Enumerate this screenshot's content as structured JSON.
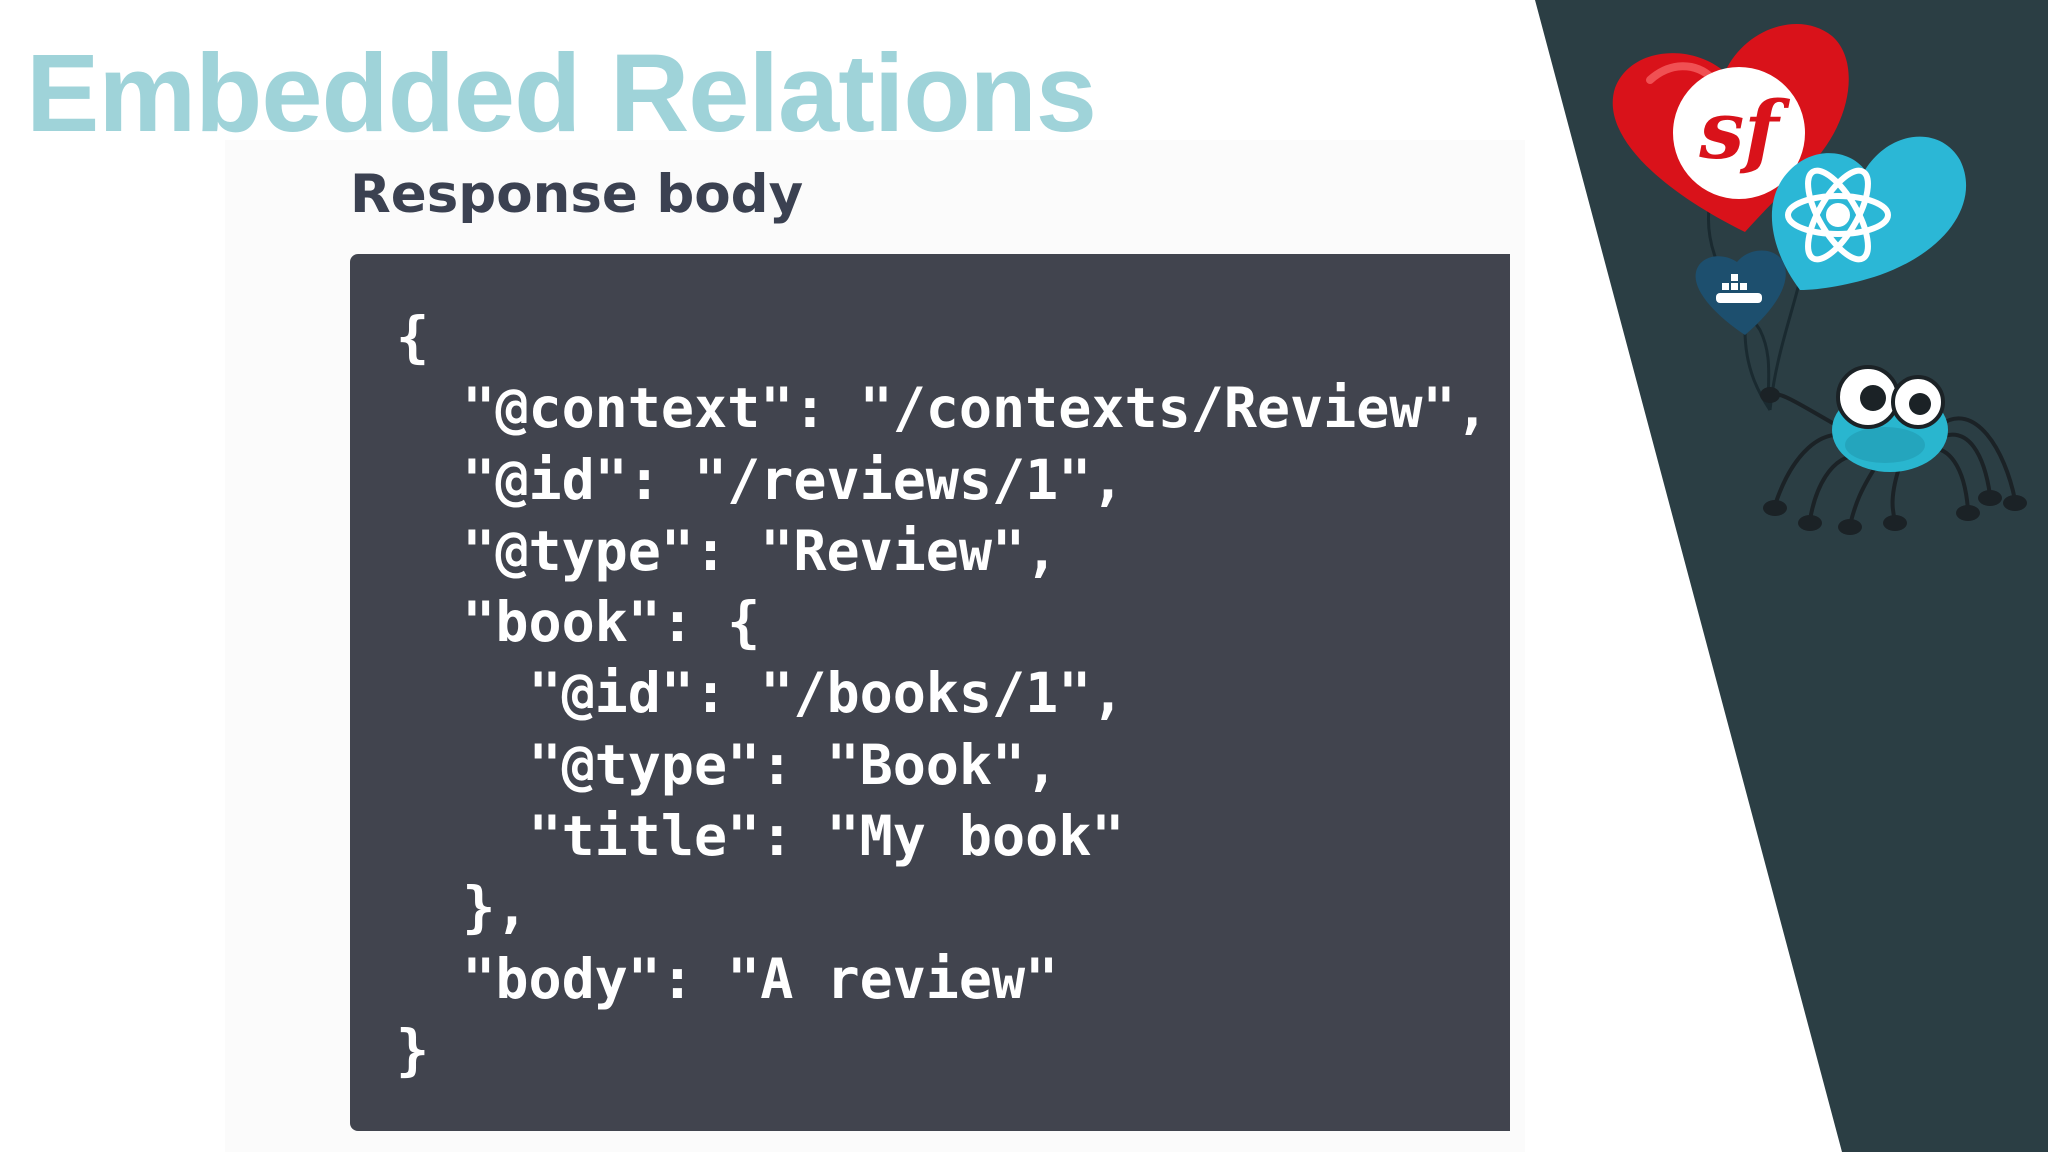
{
  "slide": {
    "title": "Embedded Relations",
    "section_heading": "Response body"
  },
  "code": {
    "language": "json",
    "lines": [
      "{",
      "  \"@context\": \"/contexts/Review\",",
      "  \"@id\": \"/reviews/1\",",
      "  \"@type\": \"Review\",",
      "  \"book\": {",
      "    \"@id\": \"/books/1\",",
      "    \"@type\": \"Book\",",
      "    \"title\": \"My book\"",
      "  },",
      "  \"body\": \"A review\"",
      "}"
    ]
  },
  "decor": {
    "logo_sf_text": "sf",
    "icons": [
      "symfony-heart-balloon-icon",
      "react-heart-balloon-icon",
      "docker-heart-balloon-icon",
      "spider-mascot-icon"
    ]
  },
  "colors": {
    "title": "#9fd3d9",
    "heading": "#3b4151",
    "code_background": "#41444e",
    "code_text": "#ffffff",
    "side_panel": "#2b3e44",
    "symfony_red": "#d9121a",
    "react_cyan": "#2bb7d6",
    "docker_navy": "#1d4f6e",
    "spider_cyan": "#29b6cf"
  }
}
